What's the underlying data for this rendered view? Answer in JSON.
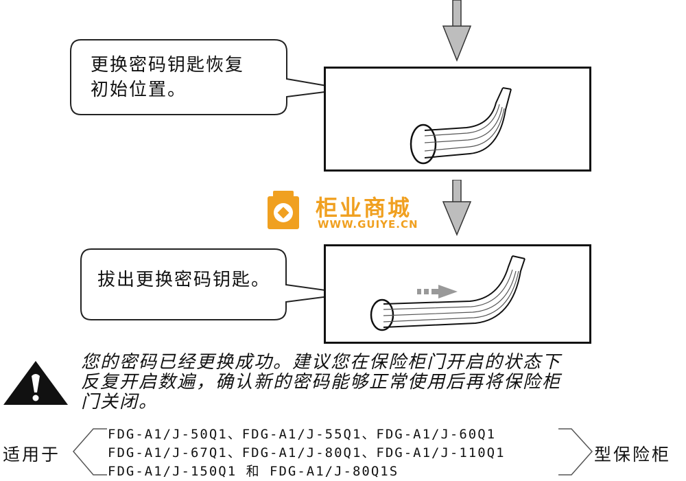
{
  "step1": {
    "text_line1": "更换密码钥匙恢复",
    "text_line2": "初始位置。"
  },
  "step2": {
    "text": "拔出更换密码钥匙。"
  },
  "logo": {
    "title": "柜业商城",
    "url": "WWW.GUIYE.CN",
    "color": "#f0a020"
  },
  "notice": {
    "line1": "您的密码已经更换成功。建议您在保险柜门开启的状态下",
    "line2": "反复开启数遍，确认新的密码能够正常使用后再将保险柜",
    "line3": "门关闭。"
  },
  "applicability": {
    "prefix": "适用于",
    "models_line1": "FDG-A1/J-50Q1、FDG-A1/J-55Q1、FDG-A1/J-60Q1",
    "models_line2": "FDG-A1/J-67Q1、FDG-A1/J-80Q1、FDG-A1/J-110Q1",
    "models_line3": "FDG-A1/J-150Q1 和 FDG-A1/J-80Q1S",
    "suffix": "型保险柜"
  }
}
